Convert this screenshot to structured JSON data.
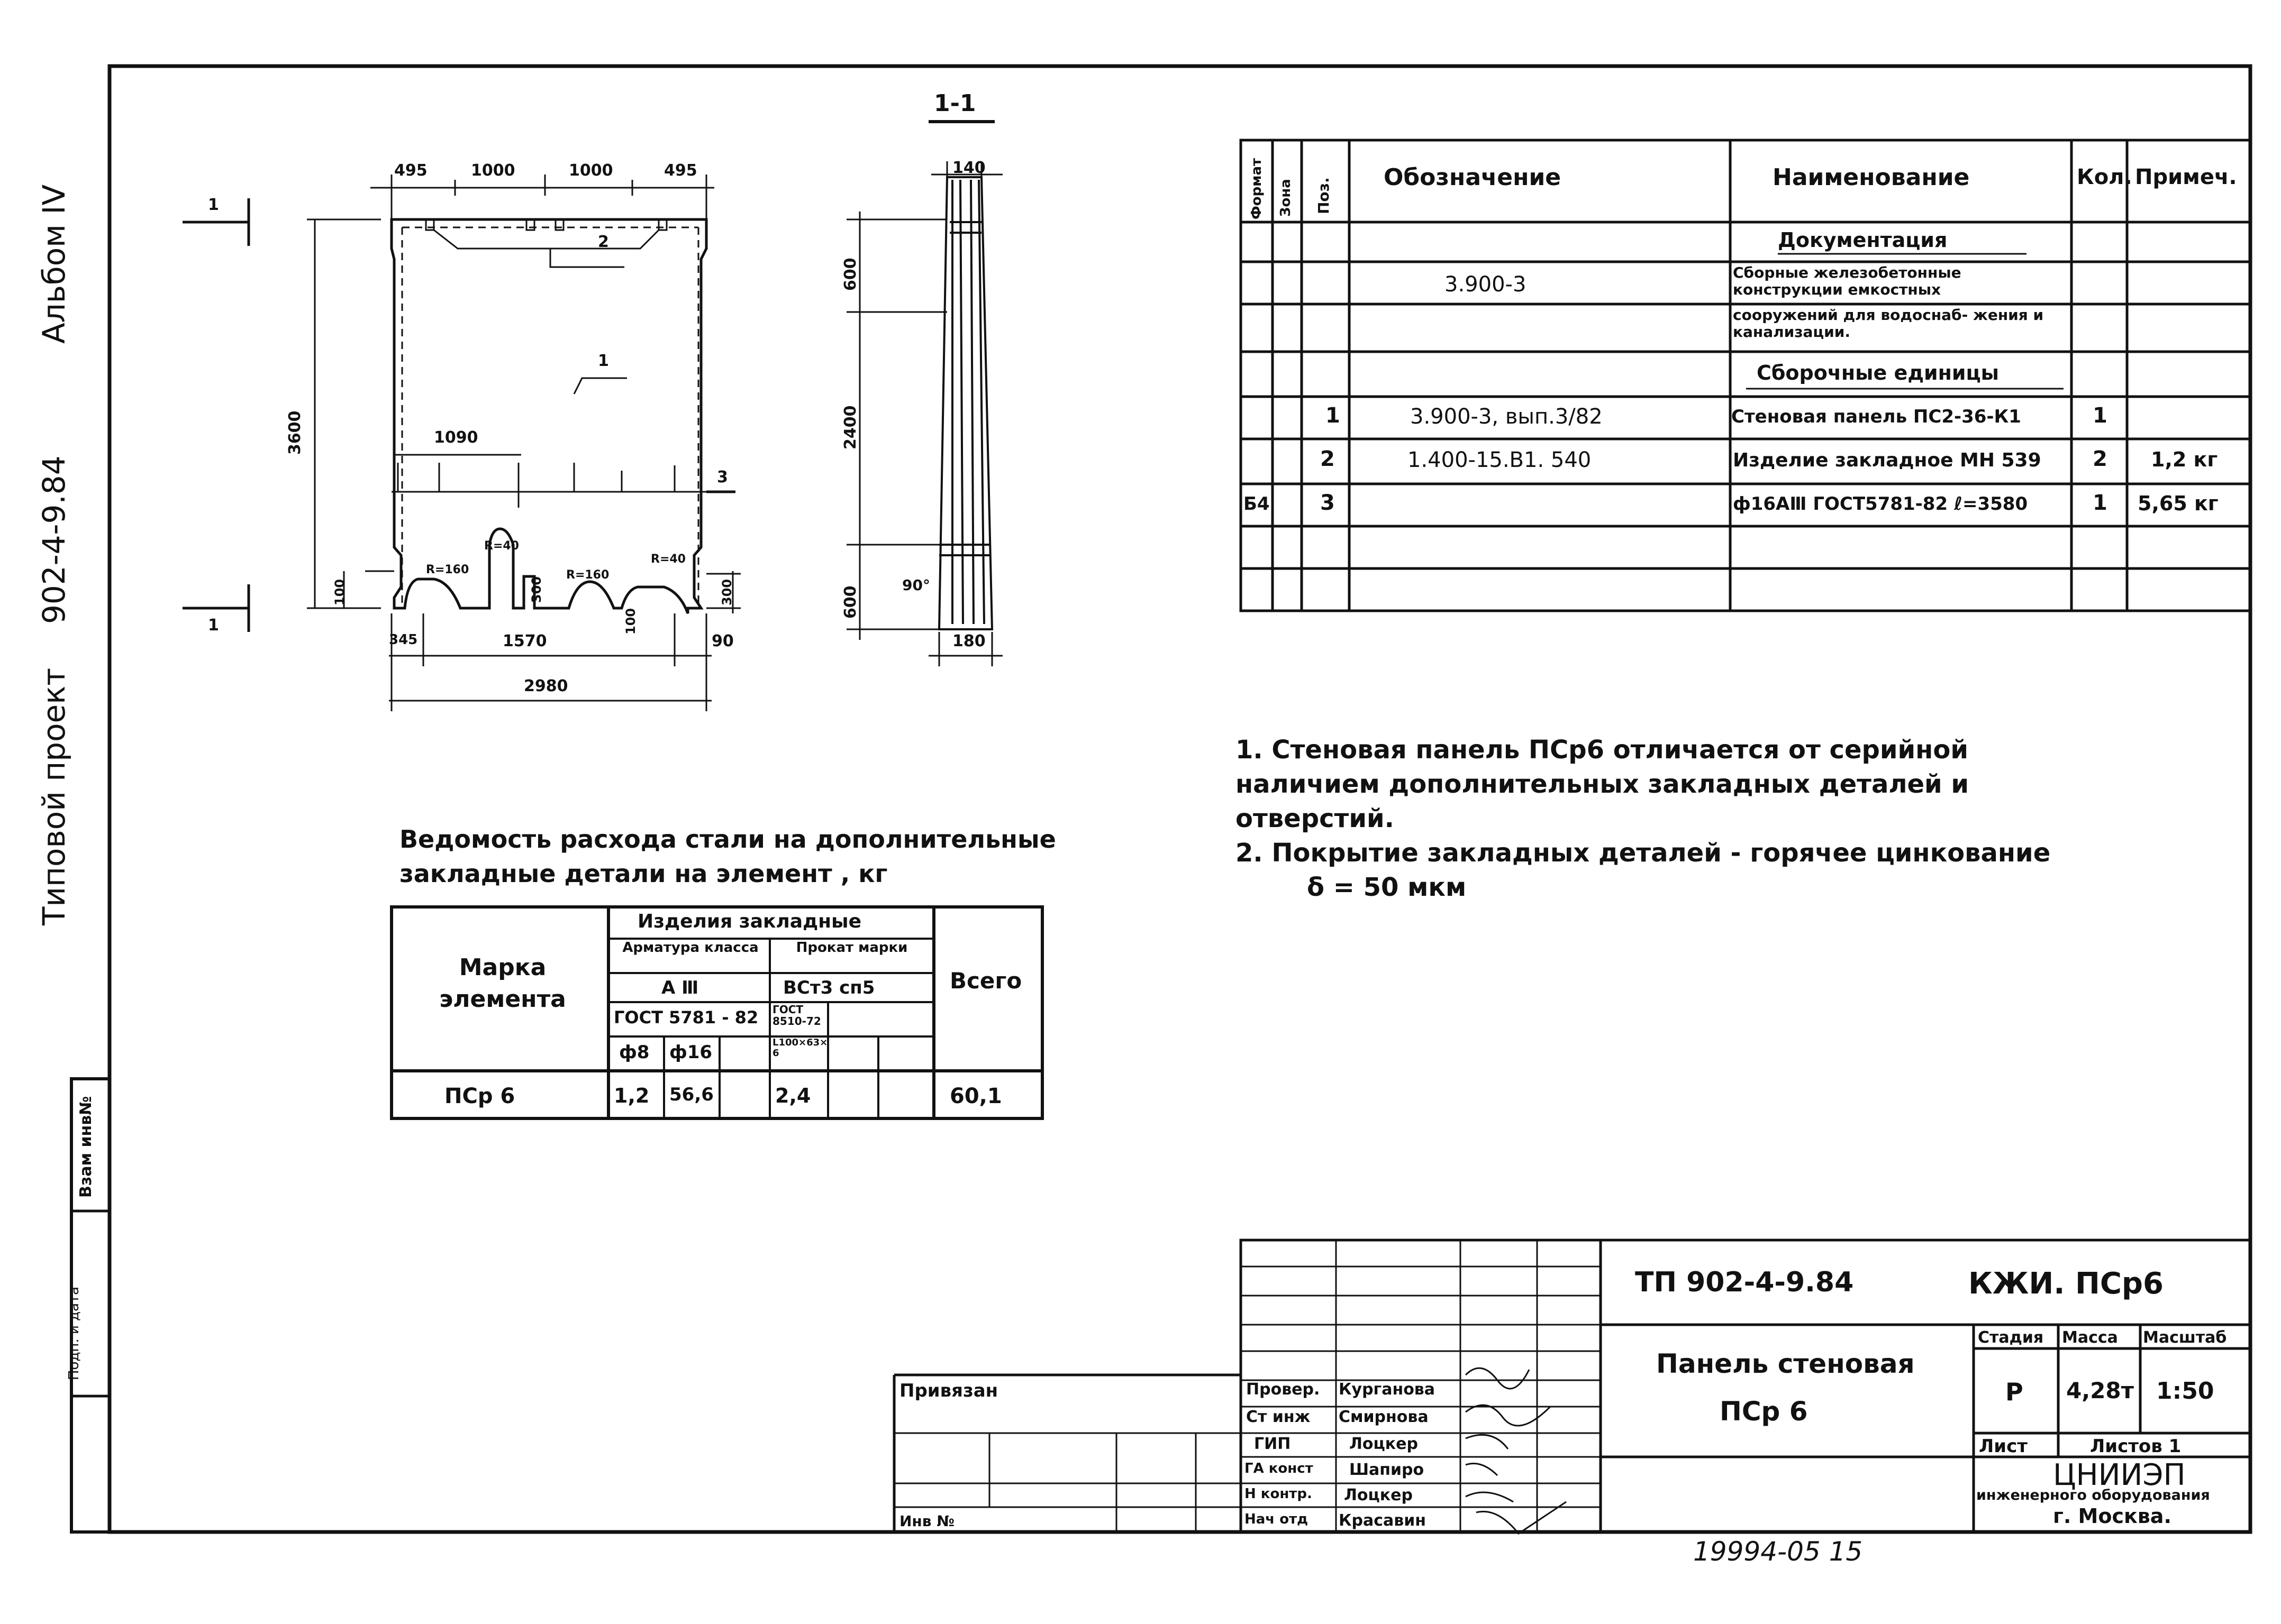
{
  "side": {
    "album": "Альбом IV",
    "project": "902-4-9.84",
    "project_label": "Типовой проект",
    "vzam": "Взам инв№",
    "podp": "Подп. и дата"
  },
  "section_label": "1-1",
  "front_dims": {
    "top": [
      "495",
      "1000",
      "1000",
      "495"
    ],
    "height": "3600",
    "w1090": "1090",
    "bottom": [
      "345",
      "1570",
      "90"
    ],
    "total": "2980",
    "r160a": "R=160",
    "r40a": "R=40",
    "r160b": "R=160",
    "r40b": "R=40",
    "d100": "100",
    "d300a": "300",
    "d300b": "300",
    "d100b": "100",
    "pos1": "1",
    "pos2": "2",
    "pos3": "3",
    "cut": "1"
  },
  "side_dims": {
    "top": "140",
    "d600a": "600",
    "d2400": "2400",
    "d600b": "600",
    "angle": "90°",
    "bottom": "180"
  },
  "spec": {
    "headers": [
      "Формат",
      "Зона",
      "Поз.",
      "Обозначение",
      "Наименование",
      "Кол.",
      "Примеч."
    ],
    "sec_doc": "Документация",
    "doc_code": "3.900-3",
    "doc_name1": "Сборные железобетонные конструкции емкостных",
    "doc_name2": "сооружений для водоснаб- жения и канализации.",
    "sec_asm": "Сборочные единицы",
    "rows": [
      {
        "fmt": "",
        "pos": "1",
        "code": "3.900-3, вып.3/82",
        "name": "Стеновая панель ПС2-36-К1",
        "qty": "1",
        "note": ""
      },
      {
        "fmt": "",
        "pos": "2",
        "code": "1.400-15.В1. 540",
        "name": "Изделие закладное МН 539",
        "qty": "2",
        "note": "1,2 кг"
      },
      {
        "fmt": "Б4",
        "pos": "3",
        "code": "",
        "name": "ф16АⅢ ГОСТ5781-82 ℓ=3580",
        "qty": "1",
        "note": "5,65 кг"
      }
    ]
  },
  "notes": [
    "1. Стеновая панель ПСр6 отличается от серийной",
    "наличием дополнительных закладных деталей и",
    "отверстий.",
    "2. Покрытие закладных деталей - горячее цинкование",
    "δ = 50 мкм"
  ],
  "steel": {
    "title1": "Ведомость расхода стали на дополнительные",
    "title2": "закладные детали на элемент , кг",
    "mark": "Марка элемента",
    "items": "Изделия закладные",
    "arm": "Арматура класса",
    "prokat": "Прокат марки",
    "total_h": "Всего",
    "aiii": "А Ⅲ",
    "vst": "ВСт3 сп5",
    "gost1": "ГОСТ 5781 - 82",
    "gost2": "ГОСТ 8510-72",
    "ang": "L100×63× 6",
    "d8": "ф8",
    "d16": "ф16",
    "row": {
      "mark": "ПСр 6",
      "v1": "1,2",
      "v2": "56,6",
      "v3": "2,4",
      "total": "60,1"
    }
  },
  "title_block": {
    "code": "ТП 902-4-9.84",
    "doc": "КЖИ. ПСр6",
    "name1": "Панель стеновая",
    "name2": "ПСр 6",
    "stage_h": "Стадия",
    "mass_h": "Масса",
    "scale_h": "Масштаб",
    "stage": "Р",
    "mass": "4,28т",
    "scale": "1:50",
    "sheet": "Лист",
    "sheets": "Листов 1",
    "org1": "ЦНИИЭП",
    "org2": "инженерного оборудования",
    "org3": "г. Москва.",
    "privyazan": "Привязан",
    "inv": "Инв №",
    "roles": [
      "Провер.",
      "Ст инж",
      "ГИП",
      "ГА конст",
      "Н контр.",
      "Нач отд"
    ],
    "names": [
      "Курганова",
      "Смирнова",
      "Лоцкер",
      "Шапиро",
      "Лоцкер",
      "Красавин"
    ],
    "bottom_stamp": "19994-05 15"
  }
}
